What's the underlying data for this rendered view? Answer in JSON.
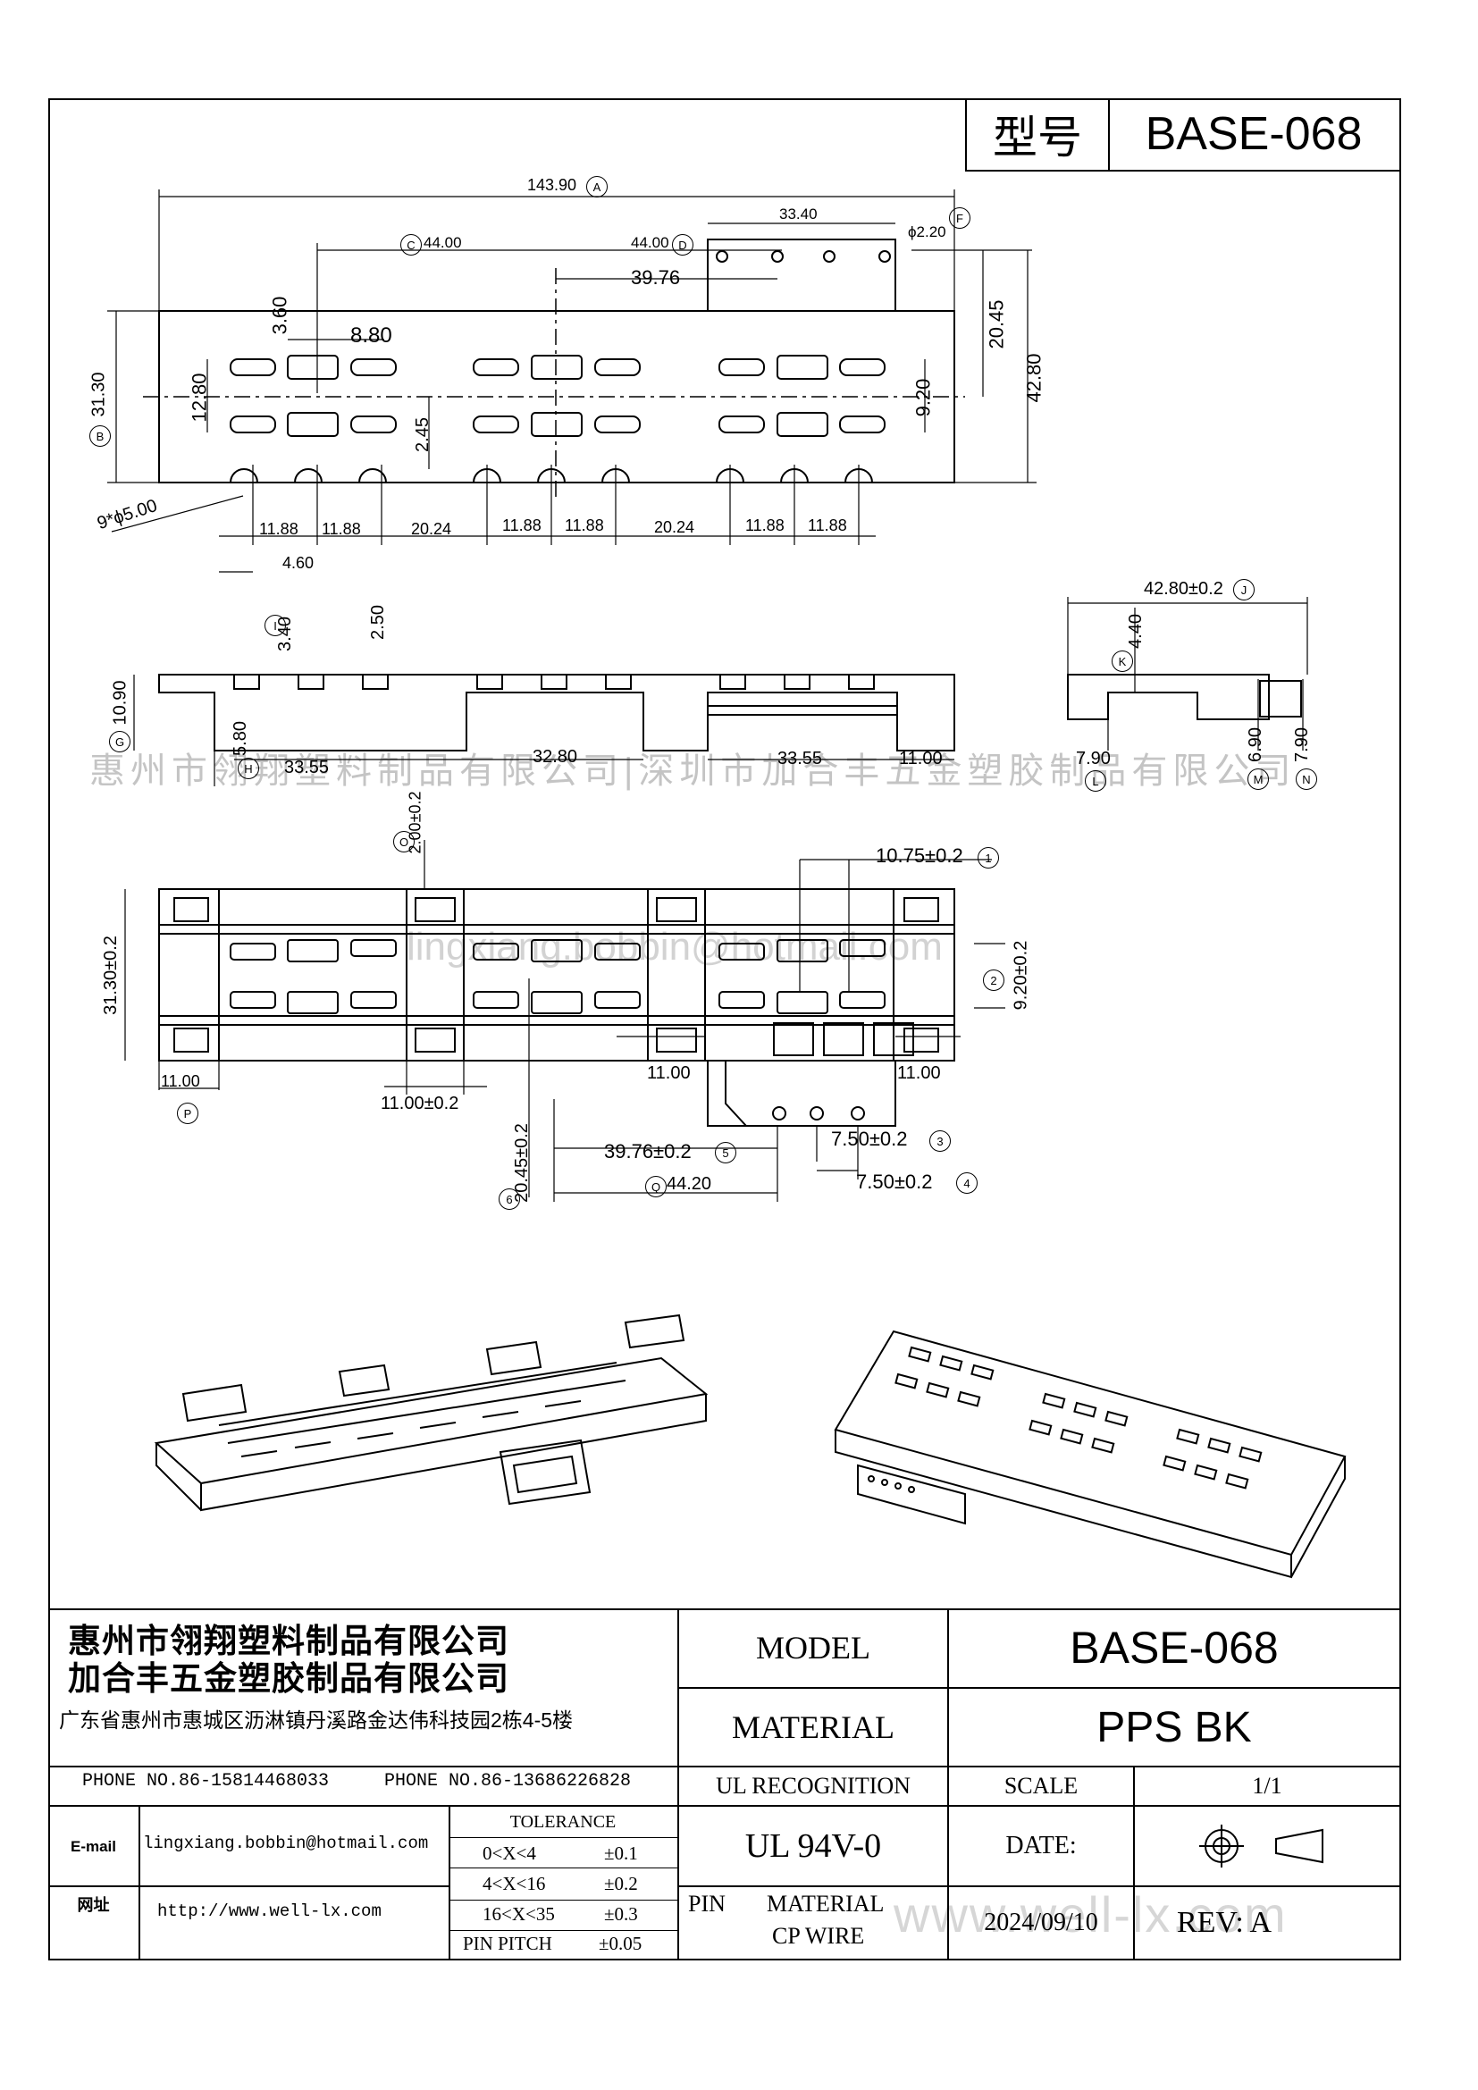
{
  "header": {
    "model_label": "型号",
    "model_value": "BASE-068"
  },
  "watermark": {
    "company_line": "惠州市翎翔塑料制品有限公司|深圳市加合丰五金塑胶制品有限公司",
    "email": "lingxiang.bobbin@hotmail.com",
    "website": "www.well-lx.com"
  },
  "top_view": {
    "overall_length": "143.90",
    "callout_a": "A",
    "dim_c": "44.00",
    "callout_c": "C",
    "dim_d": "44.00",
    "callout_d": "D",
    "dim_33_40": "33.40",
    "pin_hole": "ϕ2.20",
    "callout_f": "F",
    "dim_39_76": "39.76",
    "dim_20_45": "20.45",
    "dim_42_80": "42.80",
    "dim_3_60": "3.60",
    "dim_8_80": "8.80",
    "dim_31_30": "31.30",
    "callout_b": "B",
    "dim_12_80": "12.80",
    "dim_9_20": "9.20",
    "dim_2_45": "2.45",
    "holes": "9*ϕ5.00",
    "bottom_dims": [
      "11.88",
      "11.88",
      "20.24",
      "11.88",
      "11.88",
      "20.24",
      "11.88",
      "11.88"
    ],
    "dim_4_60": "4.60"
  },
  "front_view": {
    "dim_3_40": "3.40",
    "callout_i": "I",
    "dim_2_50": "2.50",
    "dim_10_90": "10.90",
    "callout_g": "G",
    "dim_5_80": "5.80",
    "callout_h": "H",
    "dim_33_55_a": "33.55",
    "dim_32_80": "32.80",
    "dim_33_55_b": "33.55",
    "dim_11_00": "11.00"
  },
  "side_view": {
    "dim_42_80": "42.80±0.2",
    "callout_j": "J",
    "dim_4_40": "4.40",
    "callout_k": "K",
    "dim_7_90_a": "7.90",
    "callout_l": "L",
    "dim_6_90": "6.90",
    "callout_m": "M",
    "dim_7_90_b": "7.90",
    "callout_n": "N"
  },
  "bottom_view": {
    "dim_2_00": "2.00±0.2",
    "callout_o": "O",
    "dim_10_75": "10.75±0.2",
    "callout_1": "1",
    "dim_31_30": "31.30±0.2",
    "dim_9_20": "9.20±0.2",
    "callout_2": "2",
    "dim_11_00_a": "11.00",
    "callout_p": "P",
    "dim_11_00_b": "11.00±0.2",
    "dim_11_00_c": "11.00",
    "dim_11_00_d": "11.00",
    "dim_20_45": "20.45±0.2",
    "callout_6": "6",
    "dim_39_76": "39.76±0.2",
    "callout_5": "5",
    "dim_7_50_a": "7.50±0.2",
    "callout_3": "3",
    "dim_44_20": "44.20",
    "callout_q": "Q",
    "dim_7_50_b": "7.50±0.2",
    "callout_4": "4"
  },
  "title_block": {
    "company_1": "惠州市翎翔塑料制品有限公司",
    "company_2": "加合丰五金塑胶制品有限公司",
    "address": "广东省惠州市惠城区沥淋镇丹溪路金达伟科技园2栋4-5楼",
    "phone_1": "PHONE NO.86-15814468033",
    "phone_2": "PHONE NO.86-13686226828",
    "email_label": "E-mail",
    "email_value": "lingxiang.bobbin@hotmail.com",
    "web_label": "网址",
    "web_value": "http://www.well-lx.com",
    "tolerance_title": "TOLERANCE",
    "tolerance_rows": [
      {
        "range": "0<X<4",
        "tol": "±0.1"
      },
      {
        "range": "4<X<16",
        "tol": "±0.2"
      },
      {
        "range": "16<X<35",
        "tol": "±0.3"
      },
      {
        "range": "PIN PITCH",
        "tol": "±0.05"
      }
    ],
    "model_label": "MODEL",
    "model_value": "BASE-068",
    "material_label": "MATERIAL",
    "material_value": "PPS BK",
    "ul_label": "UL RECOGNITION",
    "scale_label": "SCALE",
    "scale_value": "1/1",
    "ul_value": "UL 94V-0",
    "date_label": "DATE:",
    "pin_label": "PIN",
    "pin_material_label": "MATERIAL",
    "pin_material_value": "CP WIRE",
    "date_value": "2024/09/10",
    "rev": "REV: A"
  }
}
